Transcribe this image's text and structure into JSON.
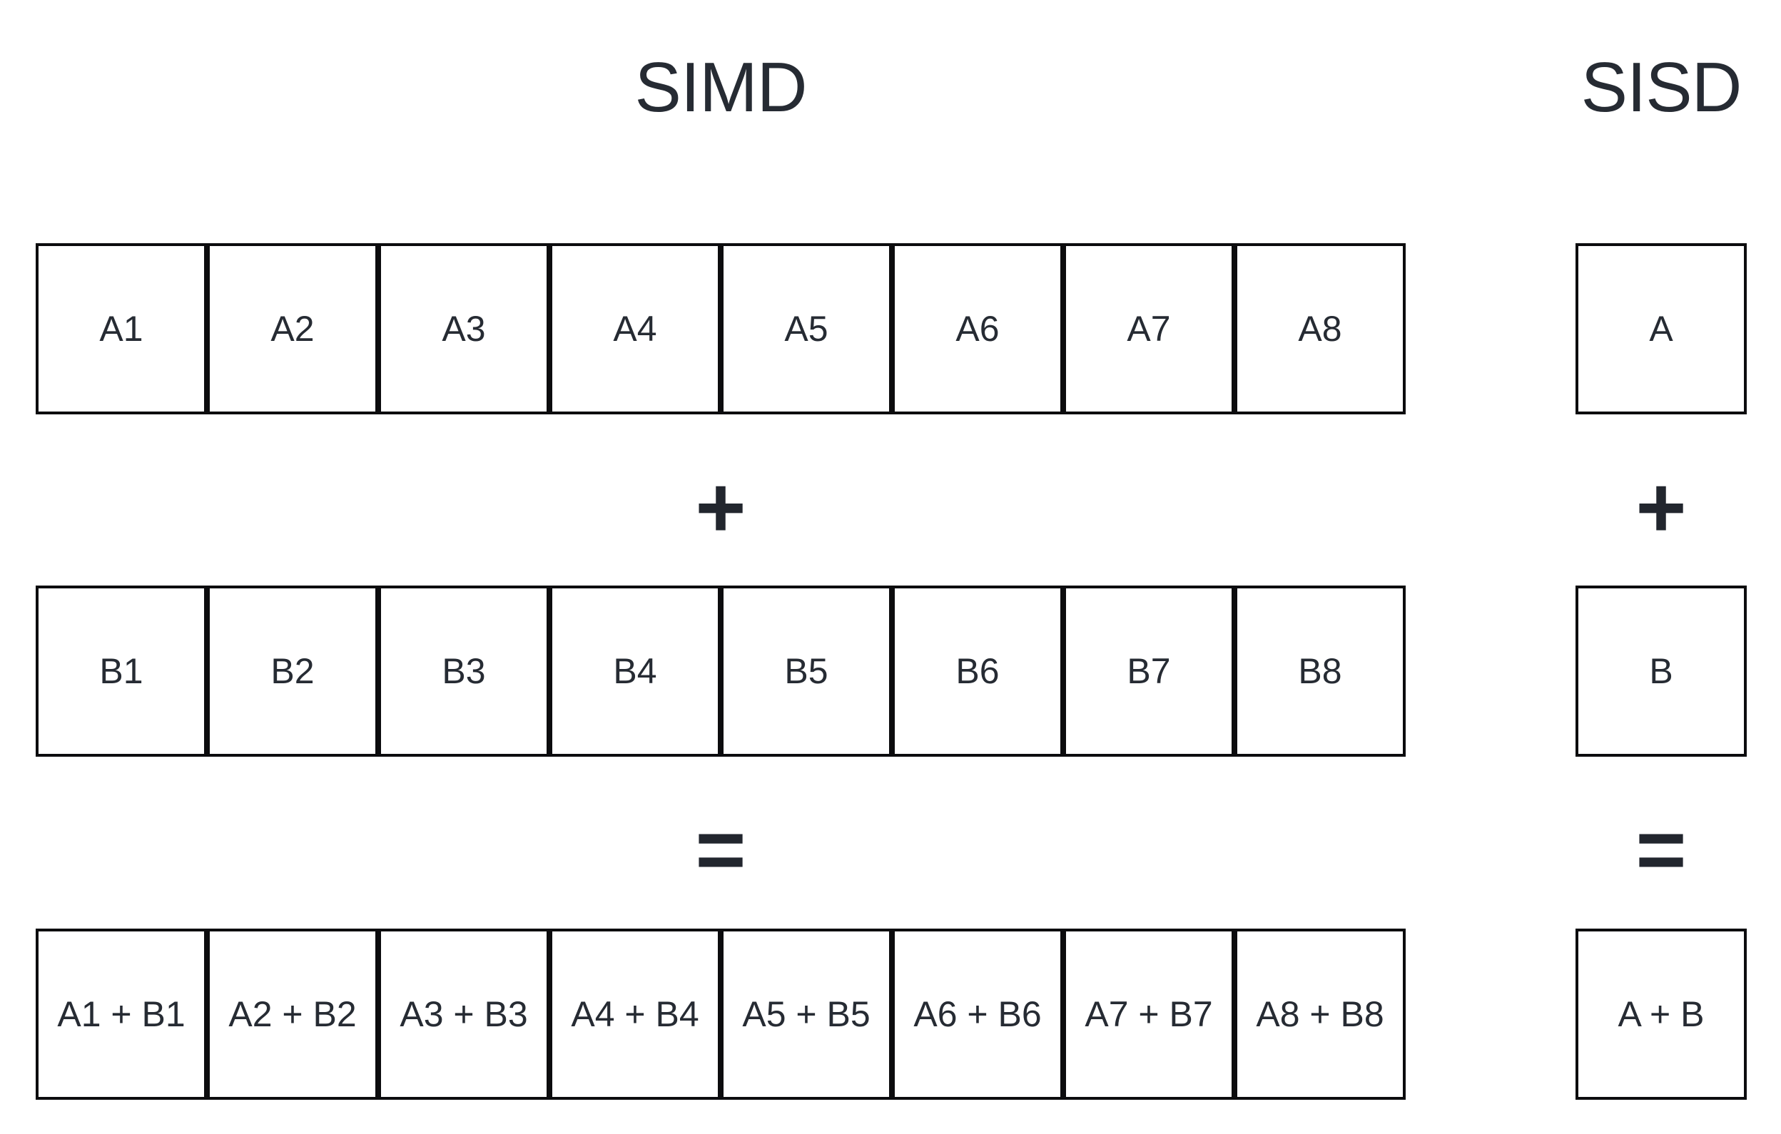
{
  "simd": {
    "title": "SIMD",
    "row_a": [
      "A1",
      "A2",
      "A3",
      "A4",
      "A5",
      "A6",
      "A7",
      "A8"
    ],
    "row_b": [
      "B1",
      "B2",
      "B3",
      "B4",
      "B5",
      "B6",
      "B7",
      "B8"
    ],
    "row_result": [
      "A1 + B1",
      "A2 + B2",
      "A3 + B3",
      "A4 + B4",
      "A5 + B5",
      "A6 + B6",
      "A7 + B7",
      "A8 + B8"
    ]
  },
  "sisd": {
    "title": "SISD",
    "cell_a": "A",
    "cell_b": "B",
    "cell_result": "A + B"
  },
  "operators": {
    "plus": "+",
    "equals": "="
  },
  "colors": {
    "background": "#ffffff",
    "border": "#0c0c0e",
    "text": "#262b33",
    "sign": "#22262e"
  }
}
